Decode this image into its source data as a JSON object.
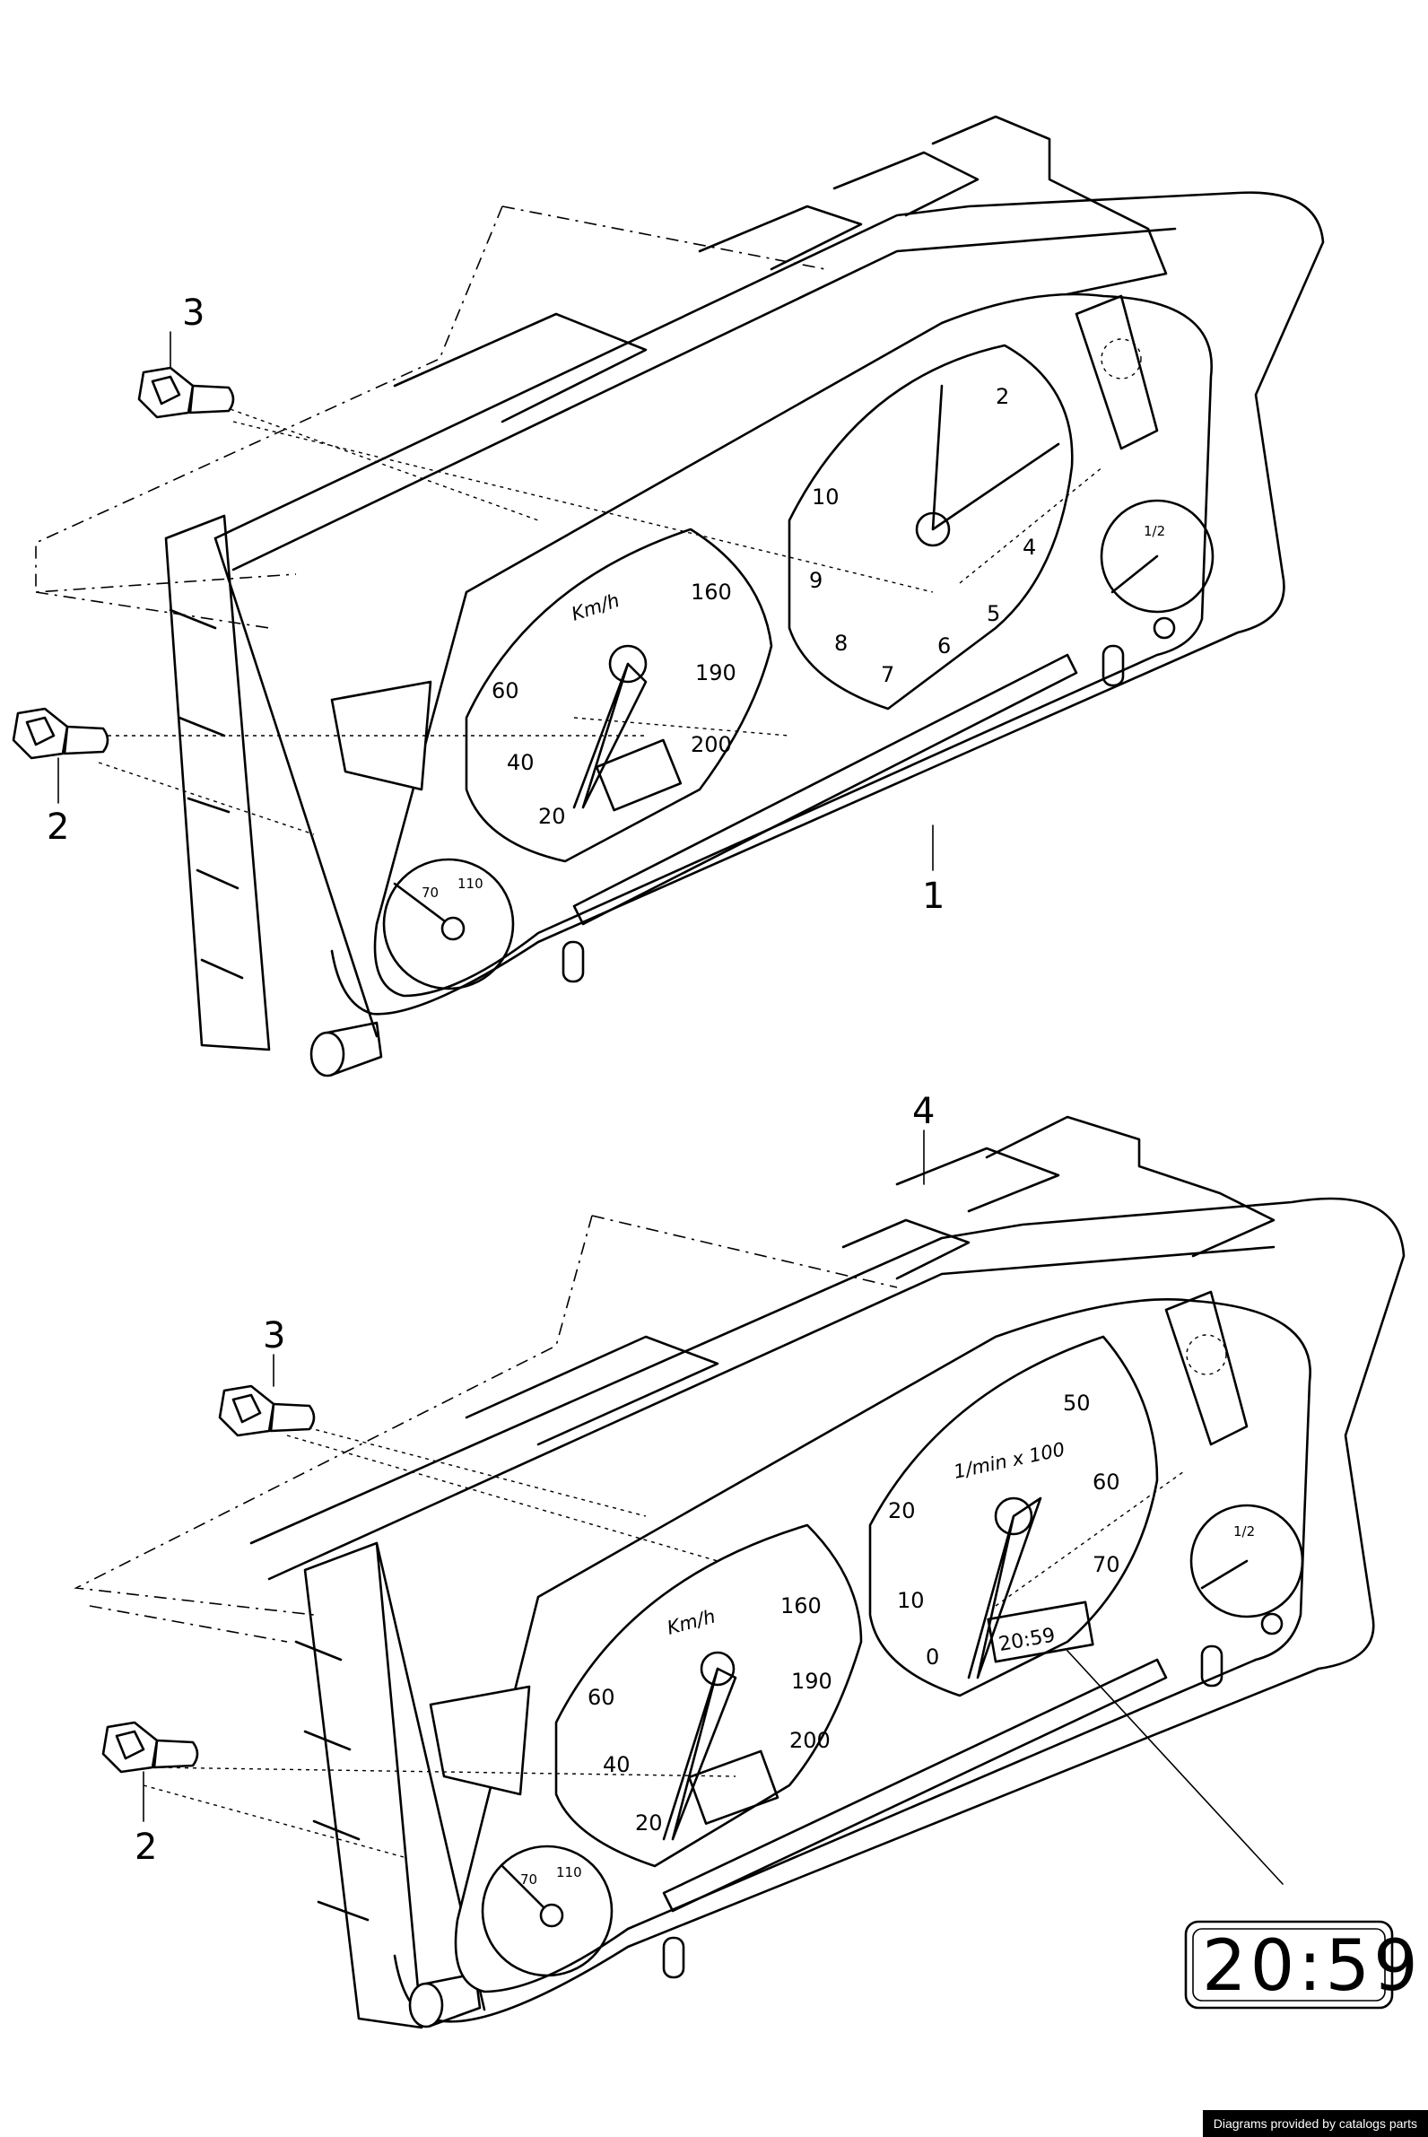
{
  "callouts": {
    "c1": "1",
    "c2_top": "2",
    "c3_top": "3",
    "c4": "4",
    "c2_bottom": "2",
    "c3_bottom": "3"
  },
  "speedometer": {
    "unit": "Km/h",
    "ticks": [
      "20",
      "40",
      "60",
      "160",
      "190",
      "200"
    ]
  },
  "tachometer_top": {
    "ticks": [
      "2",
      "4",
      "5",
      "6",
      "7",
      "8",
      "9",
      "10"
    ]
  },
  "tachometer_bottom": {
    "unit": "1/min x 100",
    "ticks": [
      "0",
      "10",
      "20",
      "50",
      "60",
      "70"
    ]
  },
  "temp_gauge": {
    "ticks": [
      "70",
      "110"
    ]
  },
  "fuel_gauge": {
    "ticks": [
      "1/2"
    ]
  },
  "clock_display": {
    "value": "20:59"
  },
  "footer": {
    "credit": "Diagrams provided by catalogs parts"
  }
}
